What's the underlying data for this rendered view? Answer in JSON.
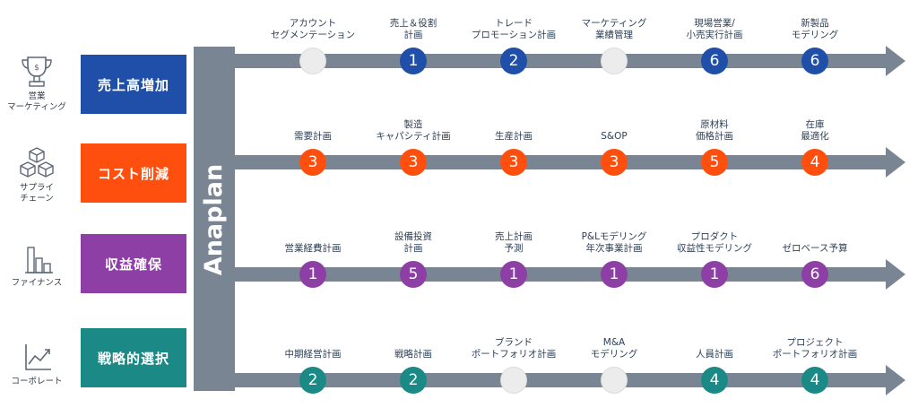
{
  "brand": "Anaplan",
  "colors": {
    "arrow": "#7a8593",
    "arrow_dark": "#5f6a78",
    "node_empty": "#ececec"
  },
  "rows": [
    {
      "id": "sales",
      "icon": "trophy-icon",
      "icon_label": "営業\nマーケティング",
      "category": "売上高増加",
      "color": "#1f4fa8",
      "steps": [
        {
          "label": "アカウント\nセグメンテーション",
          "value": null
        },
        {
          "label": "売上＆役割\n計画",
          "value": "1"
        },
        {
          "label": "トレード\nプロモーション計画",
          "value": "2"
        },
        {
          "label": "マーケティング\n業績管理",
          "value": null
        },
        {
          "label": "現場営業/\n小売実行計画",
          "value": "6"
        },
        {
          "label": "新製品\nモデリング",
          "value": "6"
        }
      ]
    },
    {
      "id": "supply",
      "icon": "cubes-icon",
      "icon_label": "サプライ\nチェーン",
      "category": "コスト削減",
      "color": "#ff4f0f",
      "steps": [
        {
          "label": "需要計画",
          "value": "3"
        },
        {
          "label": "製造\nキャパシティ計画",
          "value": "3"
        },
        {
          "label": "生産計画",
          "value": "3"
        },
        {
          "label": "S&OP",
          "value": "3"
        },
        {
          "label": "原材料\n価格計画",
          "value": "5"
        },
        {
          "label": "在庫\n最適化",
          "value": "4"
        }
      ]
    },
    {
      "id": "finance",
      "icon": "bar-chart-icon",
      "icon_label": "ファイナンス",
      "category": "収益確保",
      "color": "#8e3fa6",
      "steps": [
        {
          "label": "営業経費計画",
          "value": "1"
        },
        {
          "label": "設備投資\n計画",
          "value": "5"
        },
        {
          "label": "売上計画\n予測",
          "value": "1"
        },
        {
          "label": "P&Lモデリング\n年次事業計画",
          "value": "1"
        },
        {
          "label": "プロダクト\n収益性モデリング",
          "value": "1"
        },
        {
          "label": "ゼロベース予算",
          "value": "6"
        }
      ]
    },
    {
      "id": "corporate",
      "icon": "trend-line-icon",
      "icon_label": "コーポレート",
      "category": "戦略的選択",
      "color": "#1b8a87",
      "steps": [
        {
          "label": "中期経営計画",
          "value": "2"
        },
        {
          "label": "戦略計画",
          "value": "2"
        },
        {
          "label": "ブランド\nポートフォリオ計画",
          "value": null
        },
        {
          "label": "M&A\nモデリング",
          "value": null
        },
        {
          "label": "人員計画",
          "value": "4"
        },
        {
          "label": "プロジェクト\nポートフォリオ計画",
          "value": "4"
        }
      ]
    }
  ]
}
